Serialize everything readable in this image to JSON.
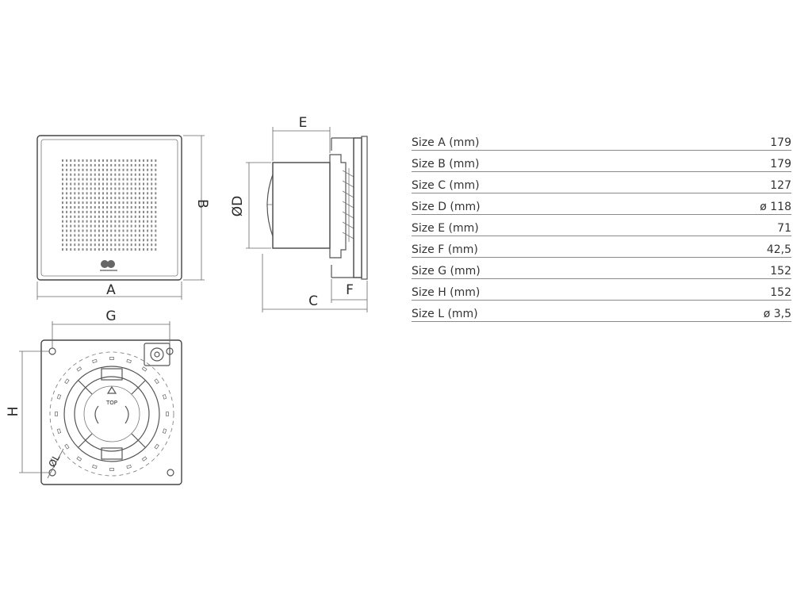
{
  "diagram": {
    "labels": {
      "A": "A",
      "B": "B",
      "C": "C",
      "D": "ØD",
      "E": "E",
      "F": "F",
      "G": "G",
      "H": "H",
      "L": "ØL"
    },
    "back_panel_text": "TOP"
  },
  "specs": [
    {
      "label": "Size A (mm)",
      "value": "179"
    },
    {
      "label": "Size B (mm)",
      "value": "179"
    },
    {
      "label": "Size C (mm)",
      "value": "127"
    },
    {
      "label": "Size D (mm)",
      "value": "ø 118"
    },
    {
      "label": "Size E (mm)",
      "value": "71"
    },
    {
      "label": "Size F (mm)",
      "value": "42,5"
    },
    {
      "label": "Size G (mm)",
      "value": "152"
    },
    {
      "label": "Size H (mm)",
      "value": "152"
    },
    {
      "label": "Size L (mm)",
      "value": "ø 3,5"
    }
  ]
}
